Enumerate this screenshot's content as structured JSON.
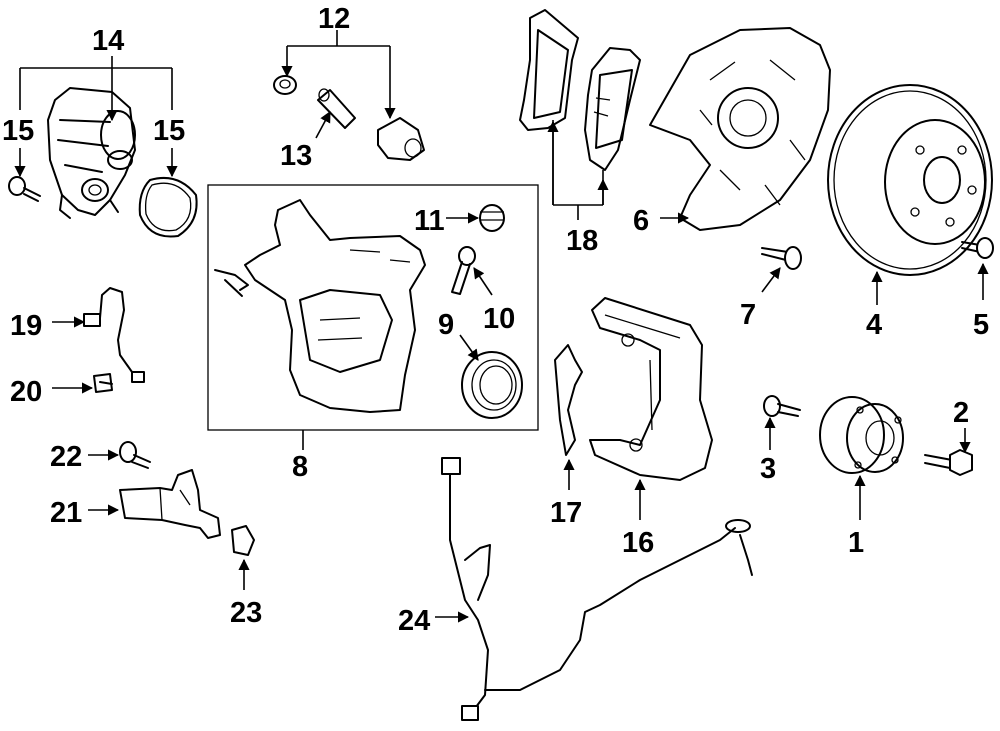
{
  "callouts": [
    {
      "id": "1",
      "text": "1"
    },
    {
      "id": "2",
      "text": "2"
    },
    {
      "id": "3",
      "text": "3"
    },
    {
      "id": "4",
      "text": "4"
    },
    {
      "id": "5",
      "text": "5"
    },
    {
      "id": "6",
      "text": "6"
    },
    {
      "id": "7",
      "text": "7"
    },
    {
      "id": "8",
      "text": "8"
    },
    {
      "id": "9",
      "text": "9"
    },
    {
      "id": "10",
      "text": "10"
    },
    {
      "id": "11",
      "text": "11"
    },
    {
      "id": "12",
      "text": "12"
    },
    {
      "id": "13",
      "text": "13"
    },
    {
      "id": "14",
      "text": "14"
    },
    {
      "id": "15a",
      "text": "15"
    },
    {
      "id": "15b",
      "text": "15"
    },
    {
      "id": "16",
      "text": "16"
    },
    {
      "id": "17",
      "text": "17"
    },
    {
      "id": "18",
      "text": "18"
    },
    {
      "id": "19",
      "text": "19"
    },
    {
      "id": "20",
      "text": "20"
    },
    {
      "id": "21",
      "text": "21"
    },
    {
      "id": "22",
      "text": "22"
    },
    {
      "id": "23",
      "text": "23"
    },
    {
      "id": "24",
      "text": "24"
    }
  ],
  "colors": {
    "line": "#000000",
    "background": "#ffffff"
  }
}
